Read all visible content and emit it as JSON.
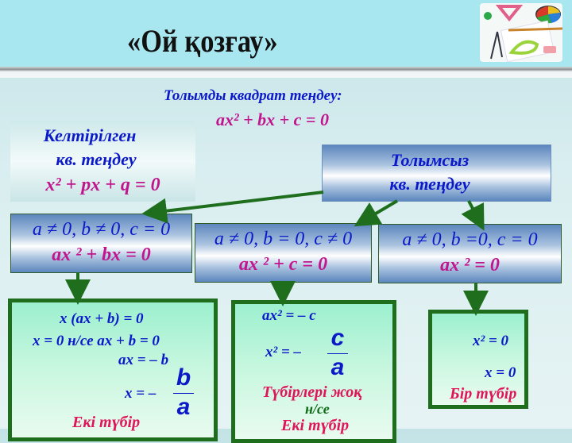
{
  "header": {
    "title": "«Ой қозғау»",
    "clipart": "geometry-tools-clipart"
  },
  "main_equation": {
    "label": "Толымды квадрат теңдеу:",
    "formula": "ax² + bx + c = 0"
  },
  "reduced": {
    "line1": "Келтірілген",
    "line2": "кв. теңдеу",
    "formula": "x² + px + q = 0"
  },
  "incomplete": {
    "line1": "Толымсыз",
    "line2": "кв. теңдеу"
  },
  "cases": [
    {
      "condition": "a ≠ 0, b ≠ 0, c = 0",
      "equation": "ax ² + bx = 0",
      "solution": {
        "step1": "x (ax + b) = 0",
        "step2": "x = 0 н/се ax + b = 0",
        "step3": "ax = – b",
        "step4_prefix": "x = –",
        "frac_num": "b",
        "frac_den": "a",
        "result": "Екі түбір"
      }
    },
    {
      "condition": "a ≠ 0, b = 0, c ≠ 0",
      "equation": "ax ² + c = 0",
      "solution": {
        "step1": "ax² = – c",
        "step2_prefix": "x² = –",
        "frac_num": "c",
        "frac_den": "a",
        "result1": "Түбірлері жоқ",
        "or": "н/се",
        "result2": "Екі түбір"
      }
    },
    {
      "condition": "a ≠ 0, b =0, c = 0",
      "equation": "ax ² = 0",
      "solution": {
        "step1": "x² = 0",
        "step2": "x = 0",
        "result": "Бір түбір"
      }
    }
  ],
  "colors": {
    "header_bg": "#a8e6f0",
    "text_blue": "#0b19c9",
    "text_magenta": "#c1158d",
    "text_red": "#e0145a",
    "arrow_green": "#1e6e1e"
  }
}
